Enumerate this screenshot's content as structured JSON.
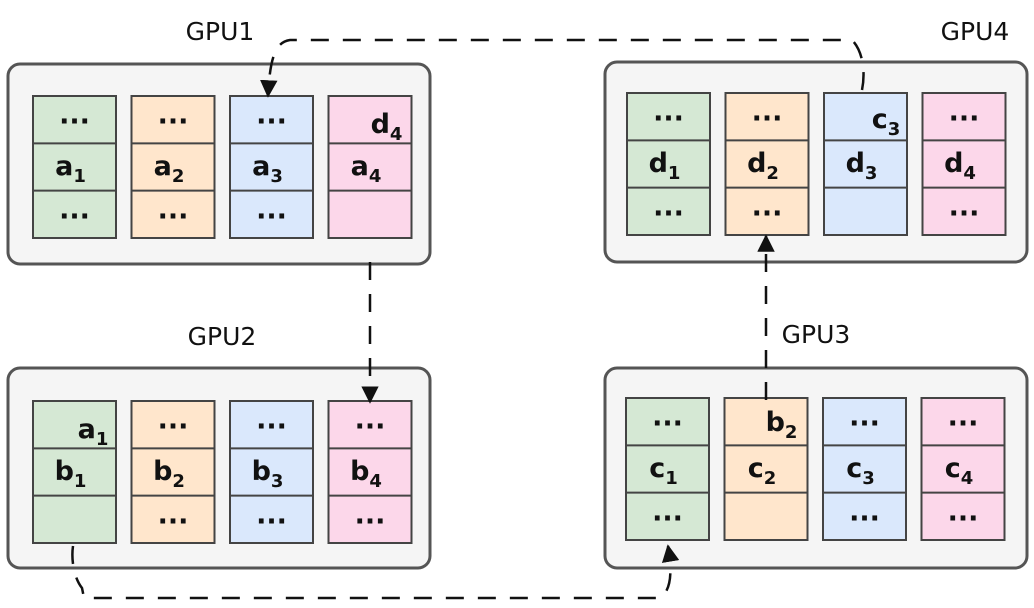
{
  "gpus": [
    {
      "name": "GPU1",
      "cells": [
        {
          "color": "#d5e8d4",
          "rows": [
            {
              "t": "...",
              "s": ""
            },
            {
              "t": "a",
              "s": "1"
            },
            {
              "t": "...",
              "s": ""
            }
          ],
          "extra": null
        },
        {
          "color": "#ffe6cc",
          "rows": [
            {
              "t": "...",
              "s": ""
            },
            {
              "t": "a",
              "s": "2"
            },
            {
              "t": "...",
              "s": ""
            }
          ],
          "extra": null
        },
        {
          "color": "#dae8fc",
          "rows": [
            {
              "t": "...",
              "s": ""
            },
            {
              "t": "a",
              "s": "3"
            },
            {
              "t": "...",
              "s": ""
            }
          ],
          "extra": null
        },
        {
          "color": "#fcd7ea",
          "rows": [
            {
              "t": "",
              "s": ""
            },
            {
              "t": "a",
              "s": "4"
            },
            {
              "t": "",
              "s": ""
            }
          ],
          "extra": {
            "t": "d",
            "s": "4"
          }
        }
      ]
    },
    {
      "name": "GPU2",
      "cells": [
        {
          "color": "#d5e8d4",
          "rows": [
            {
              "t": "",
              "s": ""
            },
            {
              "t": "b",
              "s": "1"
            },
            {
              "t": "",
              "s": ""
            }
          ],
          "extra": {
            "t": "a",
            "s": "1"
          }
        },
        {
          "color": "#ffe6cc",
          "rows": [
            {
              "t": "...",
              "s": ""
            },
            {
              "t": "b",
              "s": "2"
            },
            {
              "t": "...",
              "s": ""
            }
          ],
          "extra": null
        },
        {
          "color": "#dae8fc",
          "rows": [
            {
              "t": "...",
              "s": ""
            },
            {
              "t": "b",
              "s": "3"
            },
            {
              "t": "...",
              "s": ""
            }
          ],
          "extra": null
        },
        {
          "color": "#fcd7ea",
          "rows": [
            {
              "t": "...",
              "s": ""
            },
            {
              "t": "b",
              "s": "4"
            },
            {
              "t": "...",
              "s": ""
            }
          ],
          "extra": null
        }
      ]
    },
    {
      "name": "GPU3",
      "cells": [
        {
          "color": "#d5e8d4",
          "rows": [
            {
              "t": "...",
              "s": ""
            },
            {
              "t": "c",
              "s": "1"
            },
            {
              "t": "...",
              "s": ""
            }
          ],
          "extra": null
        },
        {
          "color": "#ffe6cc",
          "rows": [
            {
              "t": "",
              "s": ""
            },
            {
              "t": "c",
              "s": "2"
            },
            {
              "t": "",
              "s": ""
            }
          ],
          "extra": {
            "t": "b",
            "s": "2"
          }
        },
        {
          "color": "#dae8fc",
          "rows": [
            {
              "t": "...",
              "s": ""
            },
            {
              "t": "c",
              "s": "3"
            },
            {
              "t": "...",
              "s": ""
            }
          ],
          "extra": null
        },
        {
          "color": "#fcd7ea",
          "rows": [
            {
              "t": "...",
              "s": ""
            },
            {
              "t": "c",
              "s": "4"
            },
            {
              "t": "...",
              "s": ""
            }
          ],
          "extra": null
        }
      ]
    },
    {
      "name": "GPU4",
      "cells": [
        {
          "color": "#d5e8d4",
          "rows": [
            {
              "t": "...",
              "s": ""
            },
            {
              "t": "d",
              "s": "1"
            },
            {
              "t": "...",
              "s": ""
            }
          ],
          "extra": null
        },
        {
          "color": "#ffe6cc",
          "rows": [
            {
              "t": "...",
              "s": ""
            },
            {
              "t": "d",
              "s": "2"
            },
            {
              "t": "...",
              "s": ""
            }
          ],
          "extra": null
        },
        {
          "color": "#dae8fc",
          "rows": [
            {
              "t": "",
              "s": ""
            },
            {
              "t": "d",
              "s": "3"
            },
            {
              "t": "",
              "s": ""
            }
          ],
          "extra": {
            "t": "c",
            "s": "3"
          }
        },
        {
          "color": "#fcd7ea",
          "rows": [
            {
              "t": "...",
              "s": ""
            },
            {
              "t": "d",
              "s": "4"
            },
            {
              "t": "...",
              "s": ""
            }
          ],
          "extra": null
        }
      ]
    }
  ],
  "connections": [
    {
      "from": "GPU1",
      "to": "GPU2"
    },
    {
      "from": "GPU2",
      "to": "GPU3"
    },
    {
      "from": "GPU3",
      "to": "GPU4"
    },
    {
      "from": "GPU4",
      "to": "GPU1"
    }
  ],
  "colors": {
    "box_fill": "#f5f5f5",
    "box_stroke": "#555555",
    "line": "#111111"
  }
}
